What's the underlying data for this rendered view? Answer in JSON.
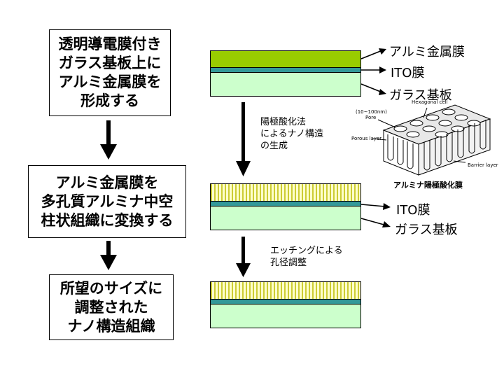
{
  "steps": [
    {
      "lines": [
        "透明導電膜付き",
        "ガラス基板上に",
        "アルミ金属膜を",
        "形成する"
      ]
    },
    {
      "lines": [
        "アルミ金属膜を",
        "多孔質アルミナ中空",
        "柱状組織に変換する"
      ]
    },
    {
      "lines": [
        "所望のサイズに",
        "調整された",
        "ナノ構造組織"
      ]
    }
  ],
  "process_notes": [
    {
      "lines": [
        "陽極酸化法",
        "によるナノ構造",
        "の生成"
      ]
    },
    {
      "lines": [
        "エッチングによる",
        "孔径調整"
      ]
    }
  ],
  "layer_labels": {
    "stack1": [
      "アルミ金属膜",
      "ITO膜",
      "ガラス基板"
    ],
    "stack2": [
      "アルミナ陽極酸化膜",
      "ITO膜",
      "ガラス基板"
    ]
  },
  "inset": {
    "labels": [
      "Hexagonal cell",
      "(10~100nm)",
      "Pore",
      "Porous layer",
      "Barrier layer"
    ]
  },
  "colors": {
    "aluminum": "#99cc00",
    "ito": "#339999",
    "glass": "#ccffcc",
    "alumina_stripe": "#cccc33",
    "alumina_bg": "#ffffcc"
  }
}
